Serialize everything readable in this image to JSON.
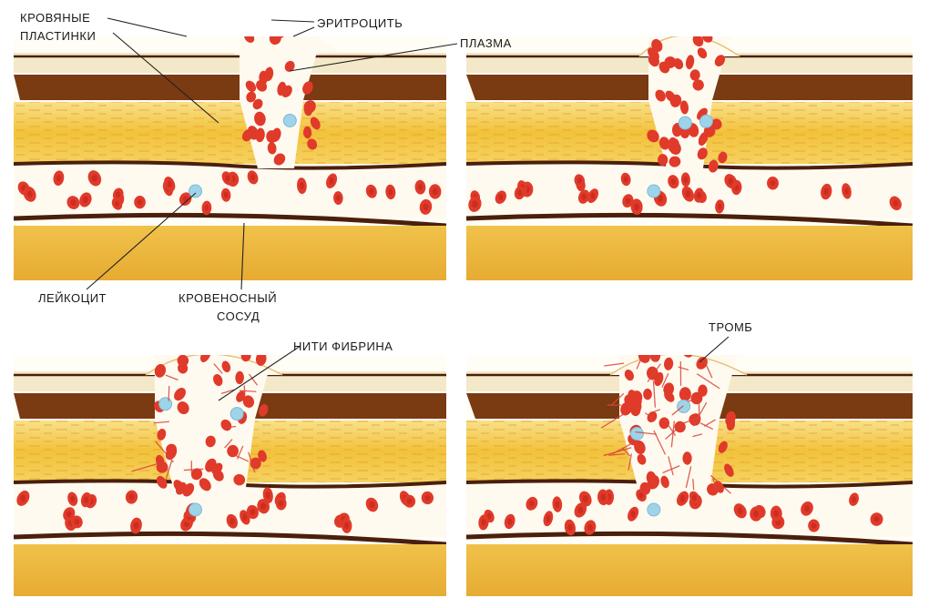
{
  "labels": {
    "platelets_line1": "КРОВЯНЫЕ",
    "platelets_line2": "ПЛАСТИНКИ",
    "erythrocyte": "ЭРИТРОЦИТЬ",
    "plasma": "ПЛАЗМА",
    "leukocyte": "ЛЕЙКОЦИТ",
    "vessel_line1": "КРОВЕНОСНЫЙ",
    "vessel_line2": "СОСУД",
    "fibrin": "НИТИ ФИБРИНА",
    "thrombus": "ТРОМБ"
  },
  "colors": {
    "skin_top": "#f3e9c8",
    "dermis_dark": "#7a3a12",
    "fat_yellow": "#f2c23a",
    "fat_light": "#f7dc7a",
    "vessel_wall": "#4a1f0c",
    "subcut": "#e9b23c",
    "erythrocyte": "#e03a2a",
    "erythrocyte_core": "#c4261c",
    "leukocyte": "#9ed4ea",
    "fibrin": "#d8453a"
  }
}
